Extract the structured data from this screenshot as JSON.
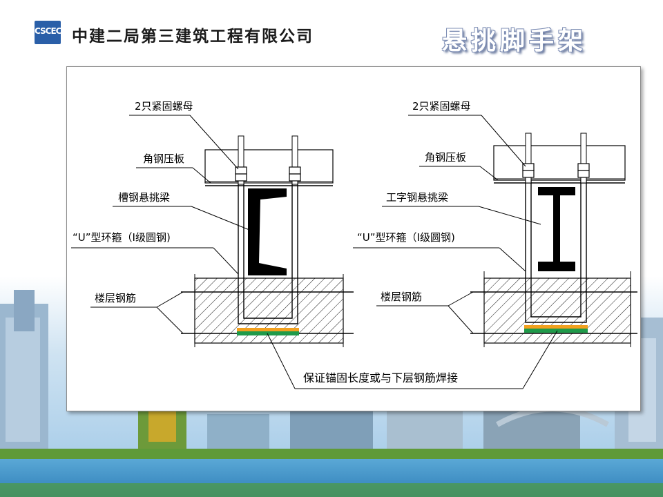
{
  "header": {
    "logo_text": "CSCEC",
    "company_name": "中建二局第三建筑工程有限公司",
    "slide_title": "悬挑脚手架"
  },
  "diagram": {
    "left": {
      "nut_label": "2只紧固螺母",
      "plate_label": "角钢压板",
      "beam_label": "槽钢悬挑梁",
      "hoop_label": "“U”型环箍（Ⅰ级圆钢)",
      "rebar_label": "楼层钢筋"
    },
    "right": {
      "nut_label": "2只紧固螺母",
      "plate_label": "角钢压板",
      "beam_label": "工字钢悬挑梁",
      "hoop_label": "“U”型环箍（Ⅰ级圆钢)",
      "rebar_label": "楼层钢筋"
    },
    "bottom_note": "保证锚固长度或与下层钢筋焊接"
  },
  "colors": {
    "logo_blue": "#2a5fa8",
    "anchor_orange": "#f2a01e",
    "anchor_green": "#1f9a4a",
    "title_outline": "#7f8fb5"
  }
}
